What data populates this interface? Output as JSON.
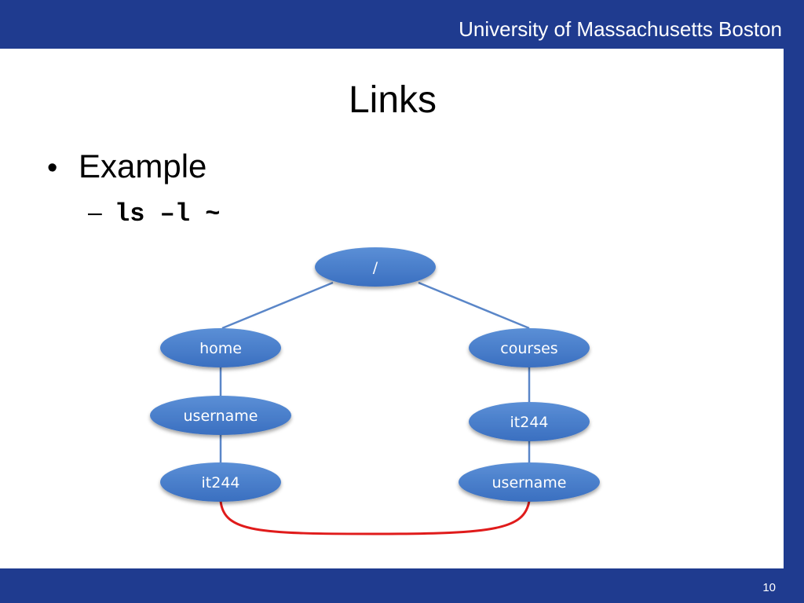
{
  "header": {
    "institution": "University of Massachusetts Boston"
  },
  "slide": {
    "title": "Links",
    "bullet": {
      "marker": "•",
      "text": "Example"
    },
    "sub_bullet": {
      "marker": "–",
      "command": "ls –l ~"
    },
    "page_number": "10"
  },
  "diagram": {
    "nodes": [
      {
        "id": "root",
        "label": "/"
      },
      {
        "id": "home",
        "label": "home"
      },
      {
        "id": "courses",
        "label": "courses"
      },
      {
        "id": "home-username",
        "label": "username"
      },
      {
        "id": "courses-it244",
        "label": "it244"
      },
      {
        "id": "home-it244",
        "label": "it244"
      },
      {
        "id": "courses-username",
        "label": "username"
      }
    ],
    "edges": [
      {
        "from": "root",
        "to": "home"
      },
      {
        "from": "root",
        "to": "courses"
      },
      {
        "from": "home",
        "to": "home-username"
      },
      {
        "from": "home-username",
        "to": "home-it244"
      },
      {
        "from": "courses",
        "to": "courses-it244"
      },
      {
        "from": "courses-it244",
        "to": "courses-username"
      }
    ],
    "link": {
      "from": "home-it244",
      "to": "courses-username"
    },
    "colors": {
      "node_fill_top": "#5b8fd6",
      "node_fill_bottom": "#3a6fc0",
      "edge": "#5a86c8",
      "link": "#e01b1b",
      "text": "#ffffff"
    }
  },
  "colors": {
    "frame": "#1f3b8f",
    "background": "#ffffff"
  }
}
